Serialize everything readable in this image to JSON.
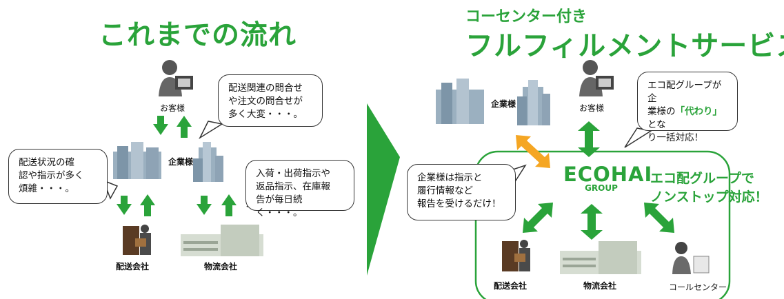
{
  "left": {
    "title": "これまでの流れ",
    "customer_label": "お客様",
    "company_label": "企業様",
    "shipping_label": "配送会社",
    "logistics_label": "物流会社",
    "bubble_customer": [
      "配送関連の問合せ",
      "や注文の問合せが",
      "多く大変・・・。"
    ],
    "bubble_company": [
      "配送状況の確",
      "認や指示が多く",
      "煩雑・・・。"
    ],
    "bubble_logistics": [
      "入荷・出荷指示や",
      "返品指示、在庫報",
      "告が毎日続く・・・。"
    ]
  },
  "right": {
    "subtitle": "コーセンター付き",
    "title": "フルフィルメントサービス",
    "company_label": "企業様",
    "customer_label": "お客様",
    "shipping_label": "配送会社",
    "logistics_label": "物流会社",
    "callcenter_label": "コールセンター",
    "logo_main": "ECOHAI",
    "logo_sub": "GROUP",
    "bubble_group_pre": "エコ配グループが企",
    "bubble_group_line2_pre": "業様の",
    "bubble_group_highlight": "「代わり」",
    "bubble_group_line2_post": "とな",
    "bubble_group_line3": "り一括対応！",
    "bubble_company": [
      "企業様は指示と",
      "履行情報など",
      "報告を受けるだけ！"
    ],
    "callout": [
      "エコ配グループで",
      "ノンストップ対応！"
    ]
  },
  "colors": {
    "accent_green": "#2aa33a",
    "arrow_orange": "#f5a623"
  }
}
